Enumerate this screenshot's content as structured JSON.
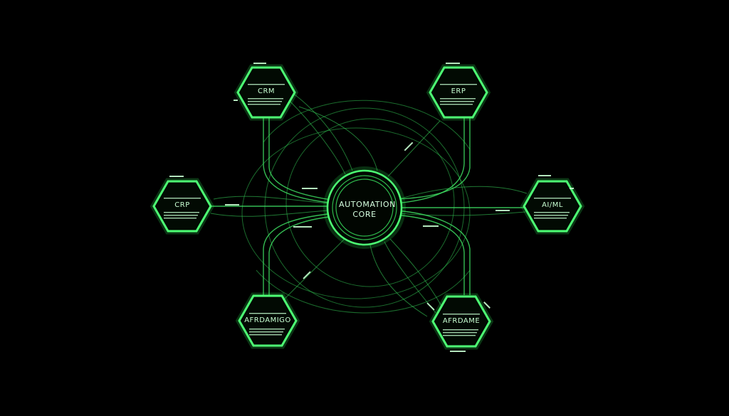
{
  "core": {
    "line1": "AUTOMATION",
    "line2": "CORE"
  },
  "nodes": [
    {
      "id": "top-left",
      "label": "CRM"
    },
    {
      "id": "top-right",
      "label": "ERP"
    },
    {
      "id": "left",
      "label": "CRP"
    },
    {
      "id": "right",
      "label": "AI/ML"
    },
    {
      "id": "bottom-left",
      "label": "AFRDAMIGO"
    },
    {
      "id": "bottom-right",
      "label": "AFRDAME"
    }
  ],
  "colors": {
    "background": "#000000",
    "accent": "#4dff74",
    "text": "#c8ffd2"
  }
}
